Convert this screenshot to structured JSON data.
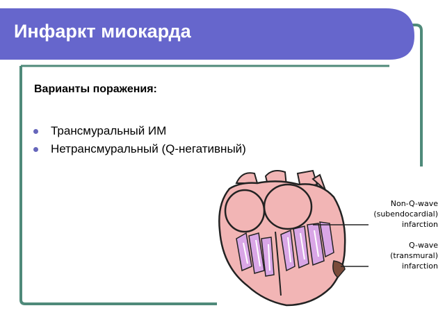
{
  "slide": {
    "title": "Инфаркт миокарда",
    "subtitle": "Варианты поражения:",
    "bullets": [
      "Трансмуральный ИМ",
      "Нетрансмуральный (Q-негативный)"
    ]
  },
  "figure": {
    "annotations": {
      "non_q_line1": "Non-Q-wave",
      "non_q_line2": "(subendocardial)",
      "non_q_line3": "infarction",
      "q_line1": "Q-wave",
      "q_line2": "(transmural)",
      "q_line3": "infarction"
    }
  },
  "colors": {
    "title_bar": "#6666cc",
    "frame_green": "#4f8a7a",
    "heart_pink": "#f2b5b5",
    "heart_outline": "#222222",
    "muscle_lilac": "#d9a6e6"
  }
}
